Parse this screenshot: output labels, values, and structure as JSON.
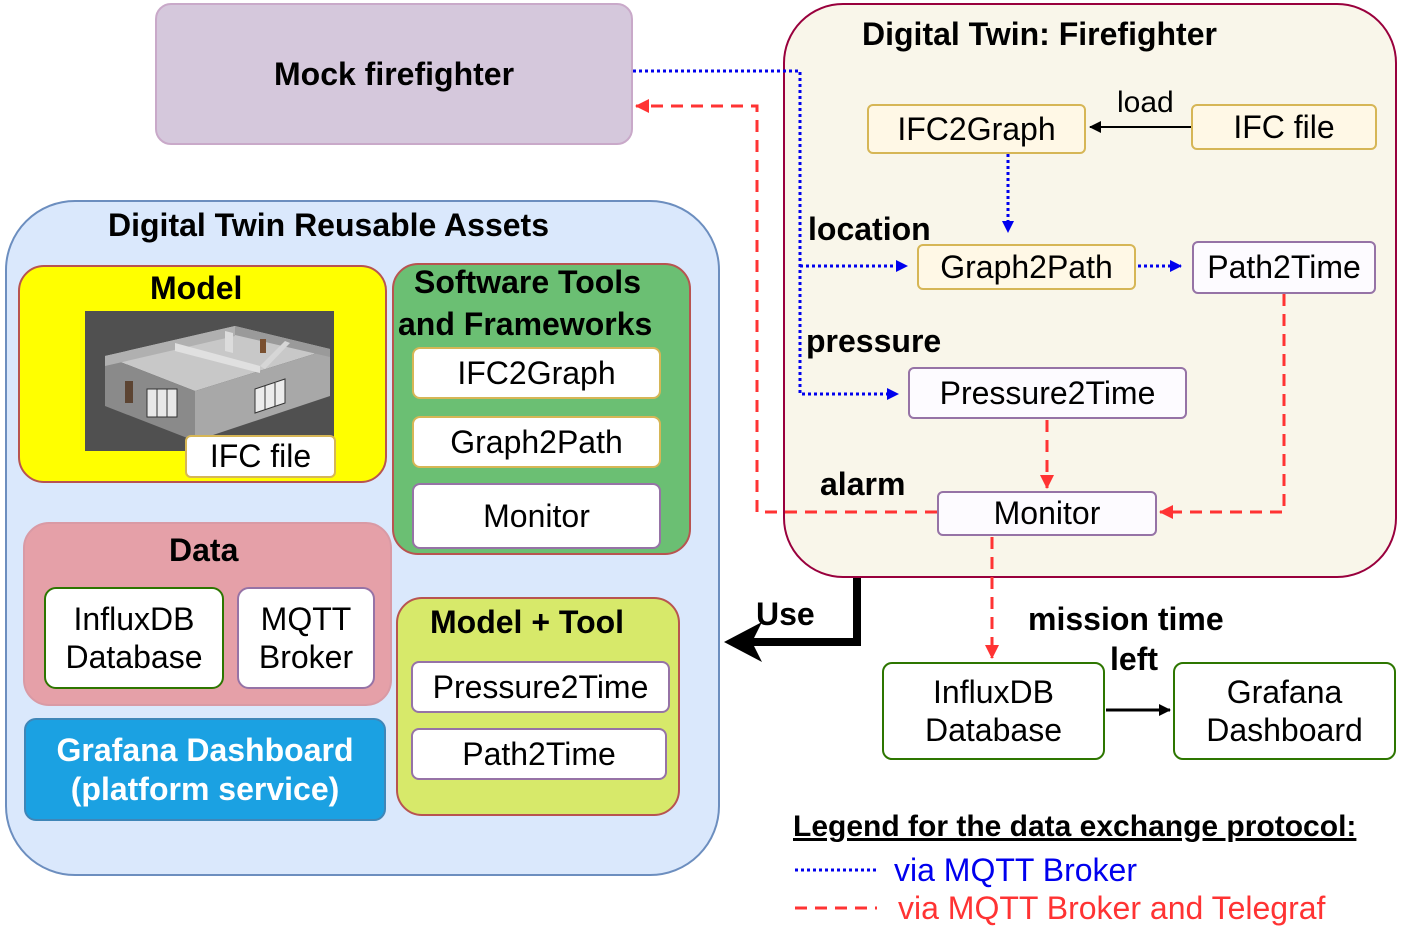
{
  "mock": {
    "label": "Mock firefighter"
  },
  "digital_twin": {
    "title": "Digital Twin: Firefighter",
    "ifc2graph": "IFC2Graph",
    "ifc_file": "IFC file",
    "load": "load",
    "graph2path": "Graph2Path",
    "path2time": "Path2Time",
    "pressure2time": "Pressure2Time",
    "monitor": "Monitor",
    "location": "location",
    "pressure": "pressure",
    "alarm": "alarm"
  },
  "output": {
    "mission_time_line1": "mission time",
    "mission_time_line2": "left",
    "influx_line1": "InfluxDB",
    "influx_line2": "Database",
    "grafana_line1": "Grafana",
    "grafana_line2": "Dashboard"
  },
  "use_label": "Use",
  "assets": {
    "title": "Digital Twin Reusable Assets",
    "model": {
      "title": "Model",
      "ifc_file": "IFC file"
    },
    "software": {
      "title_line1": "Software Tools",
      "title_line2": "and Frameworks",
      "items": [
        "IFC2Graph",
        "Graph2Path",
        "Monitor"
      ]
    },
    "data": {
      "title": "Data",
      "influx_line1": "InfluxDB",
      "influx_line2": "Database",
      "mqtt_line1": "MQTT",
      "mqtt_line2": "Broker"
    },
    "grafana": {
      "line1": "Grafana Dashboard",
      "line2": "(platform service)"
    },
    "model_tool": {
      "title": "Model + Tool",
      "items": [
        "Pressure2Time",
        "Path2Time"
      ]
    }
  },
  "legend": {
    "title": "Legend for the data exchange protocol:",
    "mqtt": "via MQTT Broker",
    "telegraf": "via MQTT Broker and Telegraf"
  },
  "colors": {
    "mqtt_blue": "#0000ee",
    "telegraf_red": "#ff3333",
    "twin_fill": "#f9f6ea",
    "twin_border": "#99003d",
    "assets_fill": "#dae8fc",
    "assets_border": "#6c8ebf",
    "model_fill": "#ffff00",
    "software_fill": "#6bbf73",
    "data_fill": "#e5a0a8",
    "grafana_fill": "#1ba1e2",
    "model_tool_fill": "#d7e96a",
    "mock_fill": "#d5c8dc"
  }
}
